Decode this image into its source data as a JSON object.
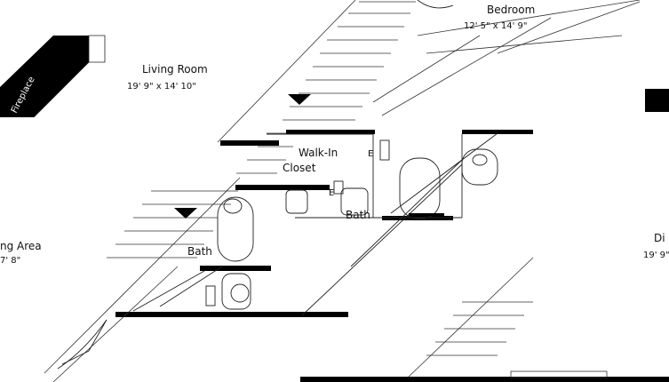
{
  "rooms": {
    "bedroom": {
      "name": "Bedroom",
      "dims": "12' 5\" x 14' 9\""
    },
    "living_room": {
      "name": "Living Room",
      "dims": "19' 9\" x 14' 10\""
    },
    "walk_in_closet": {
      "line1": "Walk-In",
      "line2": "Closet"
    },
    "bath_right": {
      "name": "Bath"
    },
    "bath_left": {
      "name": "Bath"
    },
    "dining_area": {
      "name": "ng Area",
      "dims": "7' 8\""
    },
    "dining_right": {
      "name": "Di",
      "dims": "19' 9\""
    }
  },
  "fireplace": {
    "label": "Fireplace"
  },
  "colors": {
    "wall": "#000000",
    "line": "#222222",
    "background": "#ffffff"
  }
}
